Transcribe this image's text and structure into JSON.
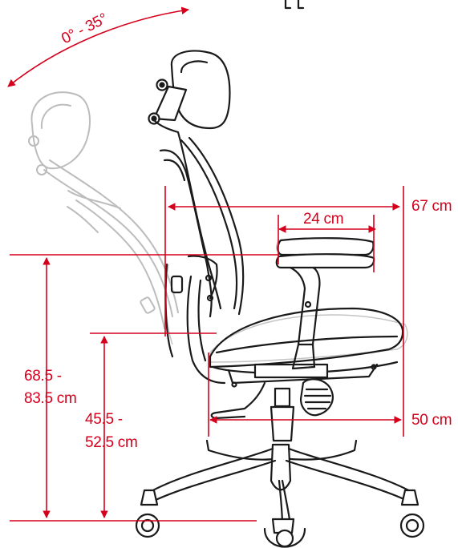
{
  "diagram": {
    "accent_color": "#d6001c",
    "line_color": "#1a1a1a",
    "ghost_color": "#bcbcbc",
    "labels": {
      "recline": "0° - 35°",
      "armrest_depth": "24 cm",
      "overall_depth": "67 cm",
      "seat_depth": "50 cm",
      "armrest_height_line1": "68.5 -",
      "armrest_height_line2": "83.5 cm",
      "seat_height_line1": "45.5 -",
      "seat_height_line2": "52.5 cm"
    }
  }
}
